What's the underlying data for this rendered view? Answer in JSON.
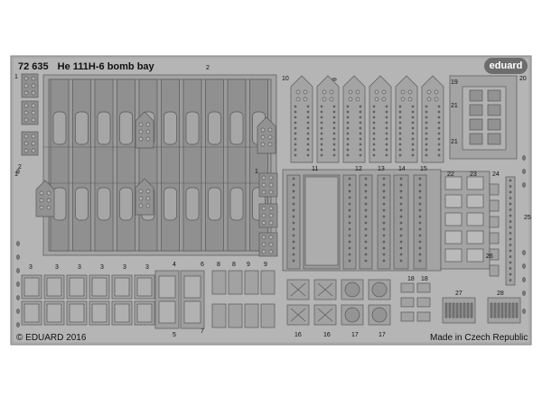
{
  "header": {
    "set_number": "72 635",
    "set_title": "He 111H-6 bomb bay",
    "brand": "eduard"
  },
  "footer": {
    "copyright": "© EDUARD 2016",
    "origin": "Made in Czech Republic"
  },
  "part_numbers": [
    "1",
    "2",
    "3",
    "4",
    "5",
    "6",
    "7",
    "8",
    "9",
    "10",
    "11",
    "12",
    "13",
    "14",
    "15",
    "16",
    "17",
    "18",
    "19",
    "20",
    "21",
    "22",
    "23",
    "24",
    "25",
    "26",
    "27",
    "28"
  ],
  "colors": {
    "fret": "#b4b4b4",
    "part": "#8f8f8f",
    "relief": "#a4a4a4",
    "line": "#585858",
    "brand_badge": "#6d6d6d"
  }
}
